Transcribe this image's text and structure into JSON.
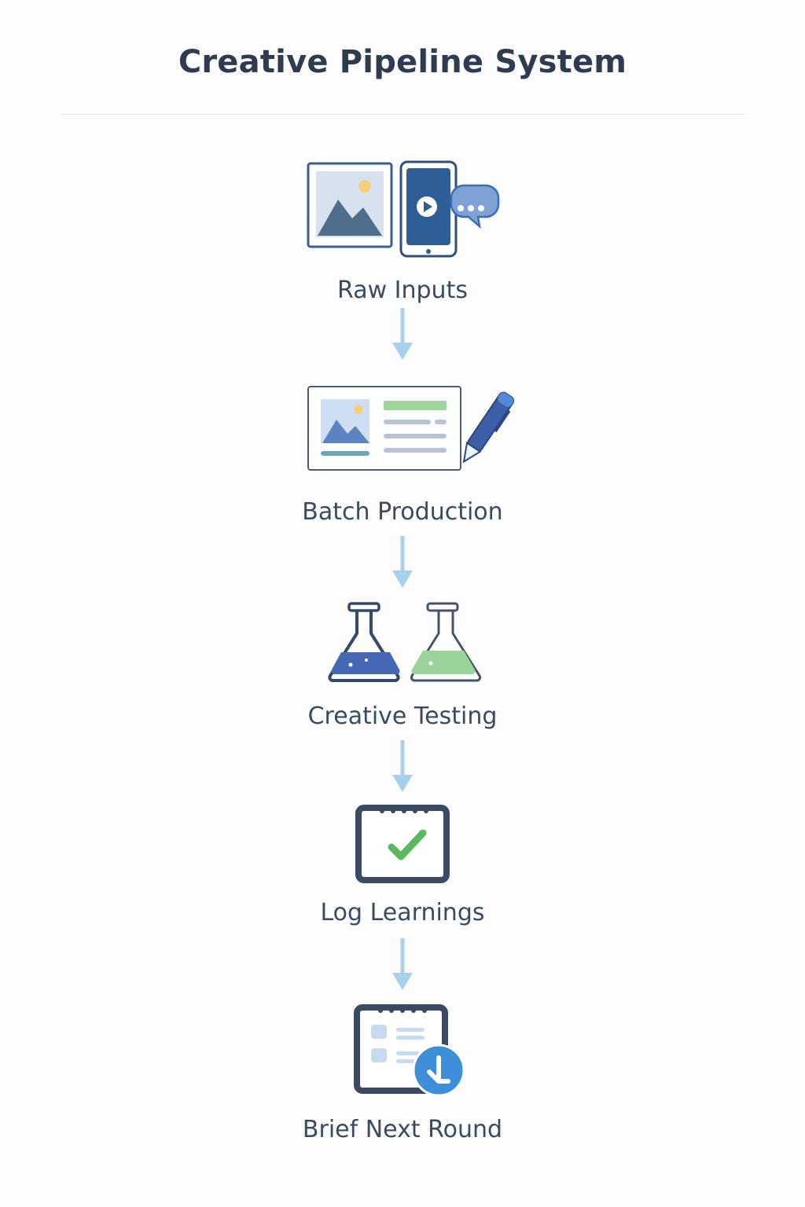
{
  "title": "Creative Pipeline System",
  "steps": [
    {
      "label": "Raw Inputs",
      "icon": "media-inputs-icon"
    },
    {
      "label": "Batch Production",
      "icon": "document-pen-icon"
    },
    {
      "label": "Creative Testing",
      "icon": "beakers-icon"
    },
    {
      "label": "Log Learnings",
      "icon": "checklist-board-icon"
    },
    {
      "label": "Brief Next Round",
      "icon": "brief-download-icon"
    }
  ],
  "colors": {
    "text": "#2f3c50",
    "label": "#3a4a60",
    "navy": "#3b4a63",
    "blue": "#2f5d95",
    "arrow": "#a9d0ea",
    "green": "#5cb85c",
    "accent": "#3d8fd9"
  }
}
